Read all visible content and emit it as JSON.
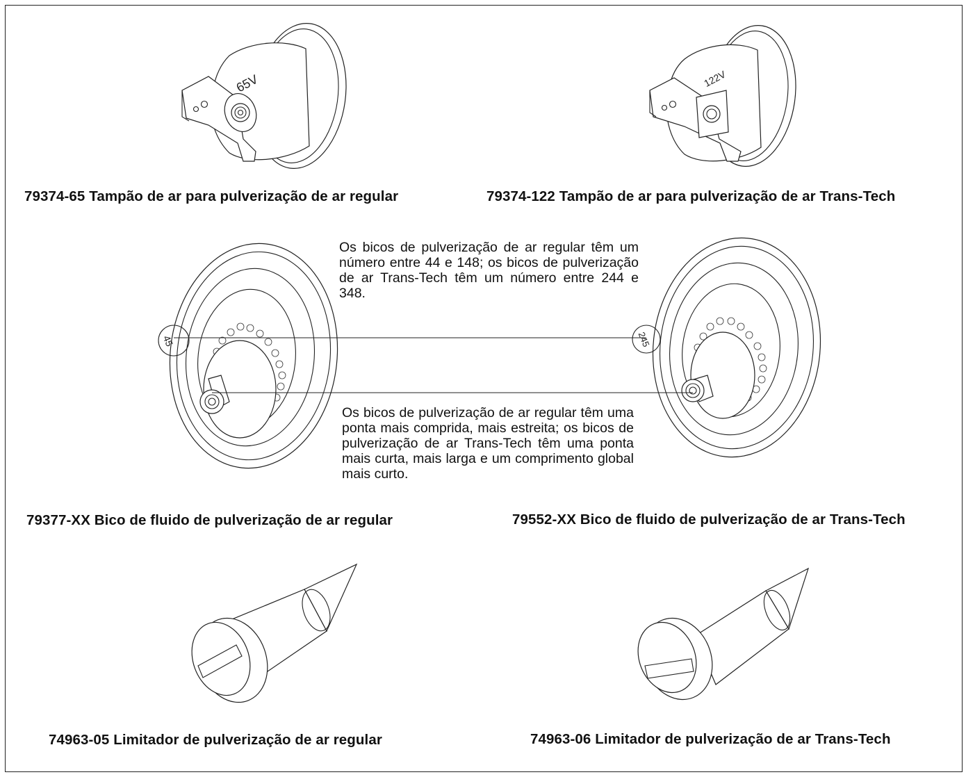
{
  "captions": {
    "aircap_regular": "79374-65 Tampão de ar para pulverização de ar regular",
    "aircap_transtech": "79374-122 Tampão de ar para pulverização de ar Trans-Tech",
    "nozzle_regular": "79377-XX Bico de fluido de pulverização de ar regular",
    "nozzle_transtech": "79552-XX Bico de fluido de pulverização de ar Trans-Tech",
    "limiter_regular": "74963-05 Limitador de pulverização de ar regular",
    "limiter_transtech": "74963-06 Limitador de pulverização de ar Trans-Tech"
  },
  "notes": {
    "number_range": "Os bicos de pulverização de ar regular têm um número entre 44 e 148; os bicos de pulverização de ar Trans-Tech têm um número entre 244 e 348.",
    "tip_shape": "Os bicos de pulverização de ar regular têm uma ponta mais comprida, mais estreita; os bicos de pulverização de ar Trans-Tech têm uma ponta mais curta, mais larga e um comprimento global mais curto."
  },
  "markings": {
    "aircap_regular": "65V",
    "aircap_transtech": "122V",
    "nozzle_regular": "45",
    "nozzle_transtech": "245"
  }
}
